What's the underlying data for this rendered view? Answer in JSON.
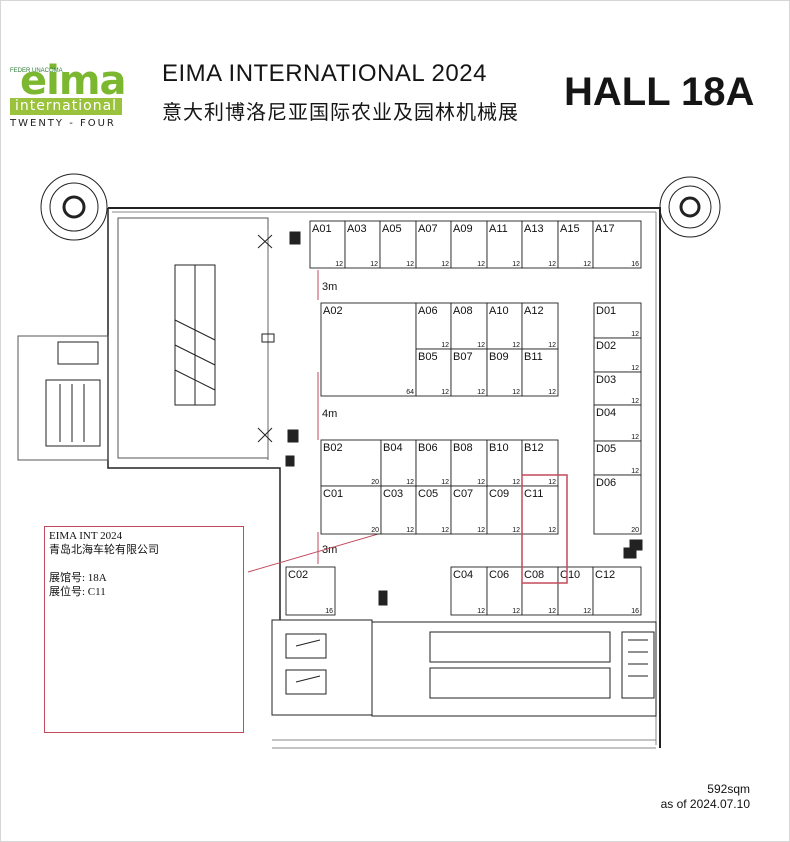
{
  "header": {
    "logo_feder": "FEDER UNACOMA",
    "logo_main": "eima",
    "logo_band": "international",
    "logo_sub": "TWENTY - FOUR",
    "title_en": "EIMA INTERNATIONAL 2024",
    "title_cn": "意大利博洛尼亚国际农业及园林机械展",
    "hall": "HALL 18A"
  },
  "plan": {
    "aisle_labels": [
      "3m",
      "4m",
      "3m"
    ],
    "booths": [
      {
        "id": "A01",
        "area": "12"
      },
      {
        "id": "A03",
        "area": "12"
      },
      {
        "id": "A05",
        "area": "12"
      },
      {
        "id": "A07",
        "area": "12"
      },
      {
        "id": "A09",
        "area": "12"
      },
      {
        "id": "A11",
        "area": "12"
      },
      {
        "id": "A13",
        "area": "12"
      },
      {
        "id": "A15",
        "area": "12"
      },
      {
        "id": "A17",
        "area": "16"
      },
      {
        "id": "A02",
        "area": "64"
      },
      {
        "id": "A06",
        "area": "12"
      },
      {
        "id": "A08",
        "area": "12"
      },
      {
        "id": "A10",
        "area": "12"
      },
      {
        "id": "A12",
        "area": "12"
      },
      {
        "id": "B05",
        "area": "12"
      },
      {
        "id": "B07",
        "area": "12"
      },
      {
        "id": "B09",
        "area": "12"
      },
      {
        "id": "B11",
        "area": "12"
      },
      {
        "id": "D01",
        "area": "12"
      },
      {
        "id": "D02",
        "area": "12"
      },
      {
        "id": "D03",
        "area": "12"
      },
      {
        "id": "D04",
        "area": "12"
      },
      {
        "id": "D05",
        "area": "12"
      },
      {
        "id": "D06",
        "area": "20"
      },
      {
        "id": "B02",
        "area": "20"
      },
      {
        "id": "B04",
        "area": "12"
      },
      {
        "id": "B06",
        "area": "12"
      },
      {
        "id": "B08",
        "area": "12"
      },
      {
        "id": "B10",
        "area": "12"
      },
      {
        "id": "B12",
        "area": "12"
      },
      {
        "id": "C01",
        "area": "20"
      },
      {
        "id": "C03",
        "area": "12"
      },
      {
        "id": "C05",
        "area": "12"
      },
      {
        "id": "C07",
        "area": "12"
      },
      {
        "id": "C09",
        "area": "12"
      },
      {
        "id": "C11",
        "area": "12"
      },
      {
        "id": "C02",
        "area": "16"
      },
      {
        "id": "C04",
        "area": "12"
      },
      {
        "id": "C06",
        "area": "12"
      },
      {
        "id": "C08",
        "area": "12"
      },
      {
        "id": "C10",
        "area": "12"
      },
      {
        "id": "C12",
        "area": "16"
      }
    ],
    "highlight_booth": "C11",
    "highlight_color": "#c24a5c"
  },
  "info_box": {
    "line1": "EIMA INT 2024",
    "line2": "青岛北海车轮有限公司",
    "line3": "展馆号:  18A",
    "line4": "展位号:  C11"
  },
  "footer": {
    "area": "592sqm",
    "date": "as of 2024.07.10"
  }
}
